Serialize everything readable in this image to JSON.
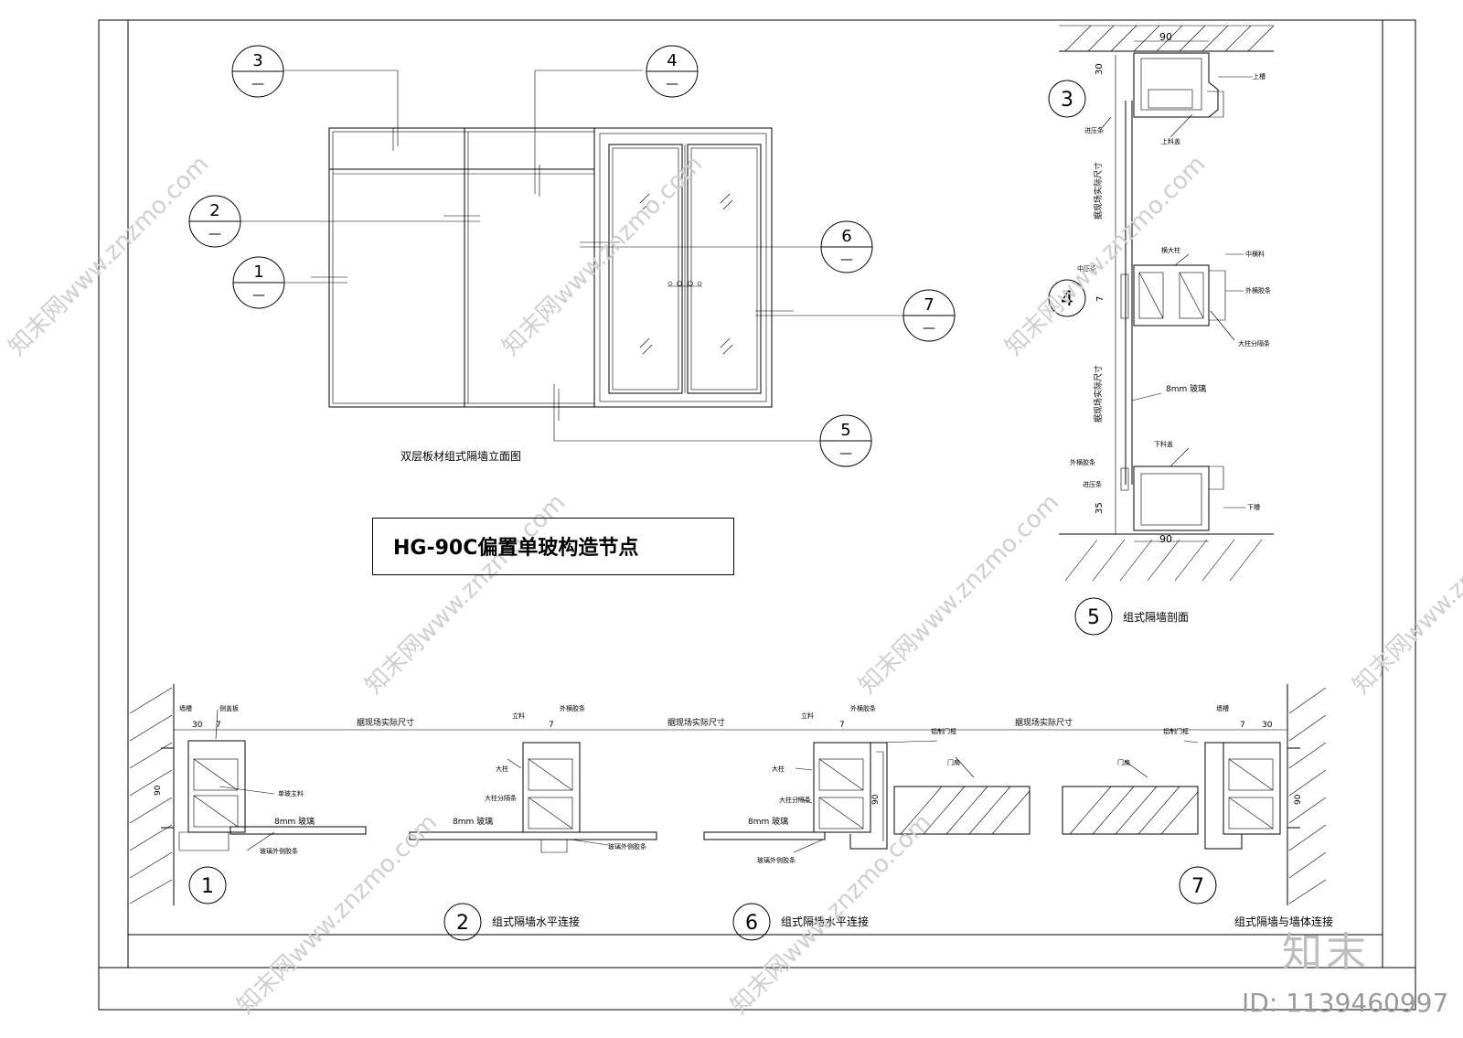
{
  "title": "HG-90C偏置单玻构造节点",
  "elevation_caption": "双层板材组式隔墙立面图",
  "elevation_callouts": [
    {
      "num": "3",
      "dash": "—"
    },
    {
      "num": "4",
      "dash": "—"
    },
    {
      "num": "2",
      "dash": "—"
    },
    {
      "num": "1",
      "dash": "—"
    },
    {
      "num": "6",
      "dash": "—"
    },
    {
      "num": "7",
      "dash": "—"
    },
    {
      "num": "5",
      "dash": "—"
    }
  ],
  "section": {
    "num": "5",
    "caption": "组式隔墙剖面",
    "dims": {
      "top_width": "90",
      "bottom_width": "90",
      "top_gap": "30",
      "bottom_gap": "35",
      "mid_gap": "7"
    },
    "labels": {
      "upper_actual_size": "据现场实际尺寸",
      "lower_actual_size": "据现场实际尺寸",
      "glass": "8mm 玻璃",
      "top_channel": "上槽",
      "top_cover": "上料盖",
      "pressing_strip_top": "进压条",
      "mid_pressing": "中压条",
      "big_column": "横大柱",
      "mid_material": "中横料",
      "outer_strip": "外横胶条",
      "column_sep": "大柱分隔条",
      "bottom_cover": "下料盖",
      "outer_strip_bottom": "外横胶条",
      "pressing_strip_bottom": "进压条",
      "bottom_channel": "下槽"
    },
    "callouts": [
      "3",
      "4"
    ]
  },
  "details": [
    {
      "num": "1",
      "caption": "",
      "labels": {
        "wall_channel": "墙槽",
        "side_cover": "侧盖板",
        "single_glass": "单玻主料",
        "glass": "8mm 玻璃",
        "glass_strip": "玻璃外侧胶条",
        "dim30": "30",
        "dim7": "7",
        "dim90": "90"
      }
    },
    {
      "num": "2",
      "caption": "组式隔墙水平连接",
      "labels": {
        "main": "立料",
        "outer_strip": "外横胶条",
        "big_column": "大柱",
        "column_sep": "大柱分隔条",
        "glass": "8mm 玻璃",
        "glass_strip": "玻璃外侧胶条",
        "dim7": "7"
      }
    },
    {
      "num": "6",
      "caption": "组式隔墙水平连接",
      "labels": {
        "main": "立料",
        "outer_strip": "外横胶条",
        "door_frame": "铝制门框",
        "door_leaf": "门扇",
        "big_column": "大柱",
        "column_sep": "大柱分隔条",
        "glass": "8mm 玻璃",
        "glass_strip": "玻璃外侧胶条",
        "dim7": "7",
        "dim90": "90"
      }
    },
    {
      "num": "7",
      "caption": "组式隔墙与墙体连接",
      "labels": {
        "wall_channel": "墙槽",
        "door_frame": "铝制门框",
        "door_leaf": "门扇",
        "dim30": "30",
        "dim7": "7",
        "dim90": "90"
      }
    }
  ],
  "horizontal_actual_size": [
    "据现场实际尺寸",
    "据现场实际尺寸",
    "据现场实际尺寸"
  ],
  "watermarks": [
    "知末网www.znzmo.com"
  ],
  "logo": "知末",
  "id_text": "ID: 1139460997"
}
